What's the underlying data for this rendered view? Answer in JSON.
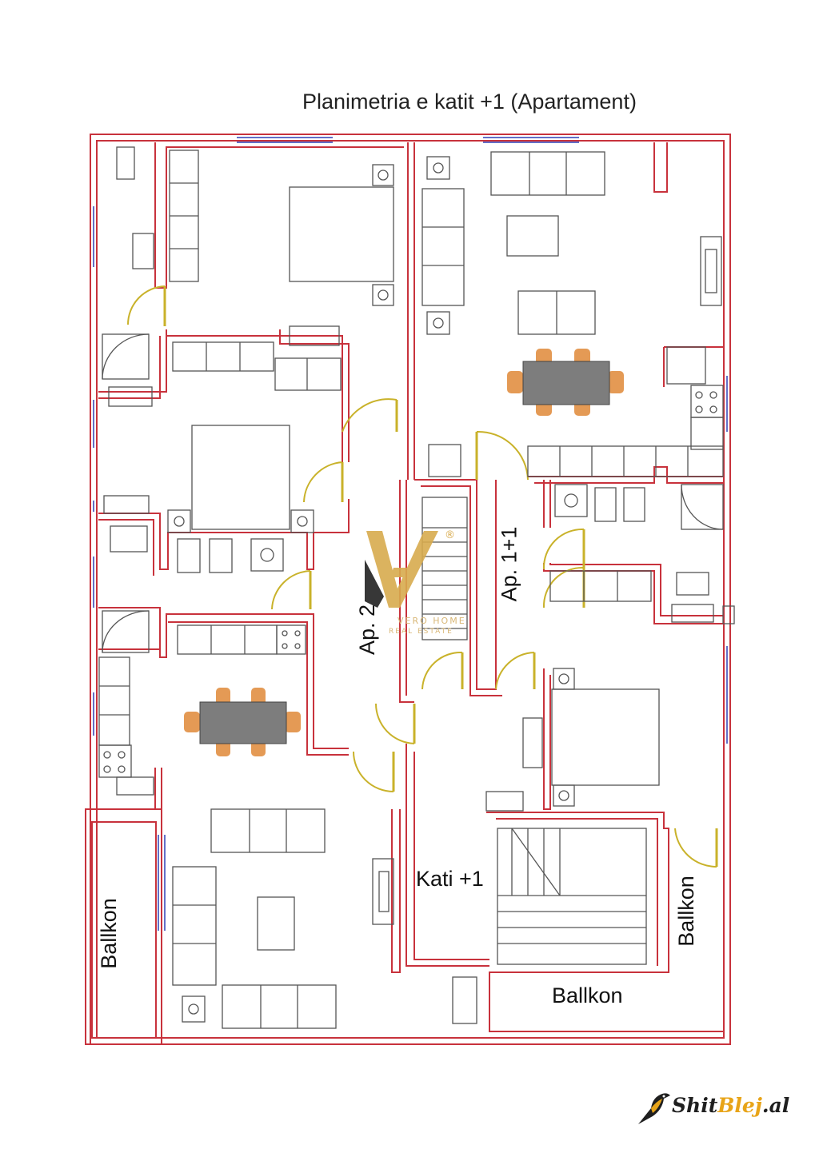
{
  "title": "Planimetria e katit +1 (Apartament)",
  "labels": {
    "ap2": "Ap. 2",
    "ap11": "Ap. 1+1",
    "floor": "Kati +1",
    "balcony_left": "Ballkon",
    "balcony_right": "Ballkon",
    "balcony_bottom": "Ballkon"
  },
  "watermark": {
    "name": "VERO HOME",
    "sub": "REAL ESTATE",
    "registered": "®"
  },
  "brand": {
    "part1": "Shit",
    "part2": "Blej",
    "part3": ".al"
  },
  "colors": {
    "wall": "#c8323c",
    "window": "#2e3fb5",
    "door": "#c9b22a",
    "furniture": "#555555",
    "table": "#7d7d7d",
    "chair": "#e49a55",
    "watermark": "#d8ab4e"
  }
}
